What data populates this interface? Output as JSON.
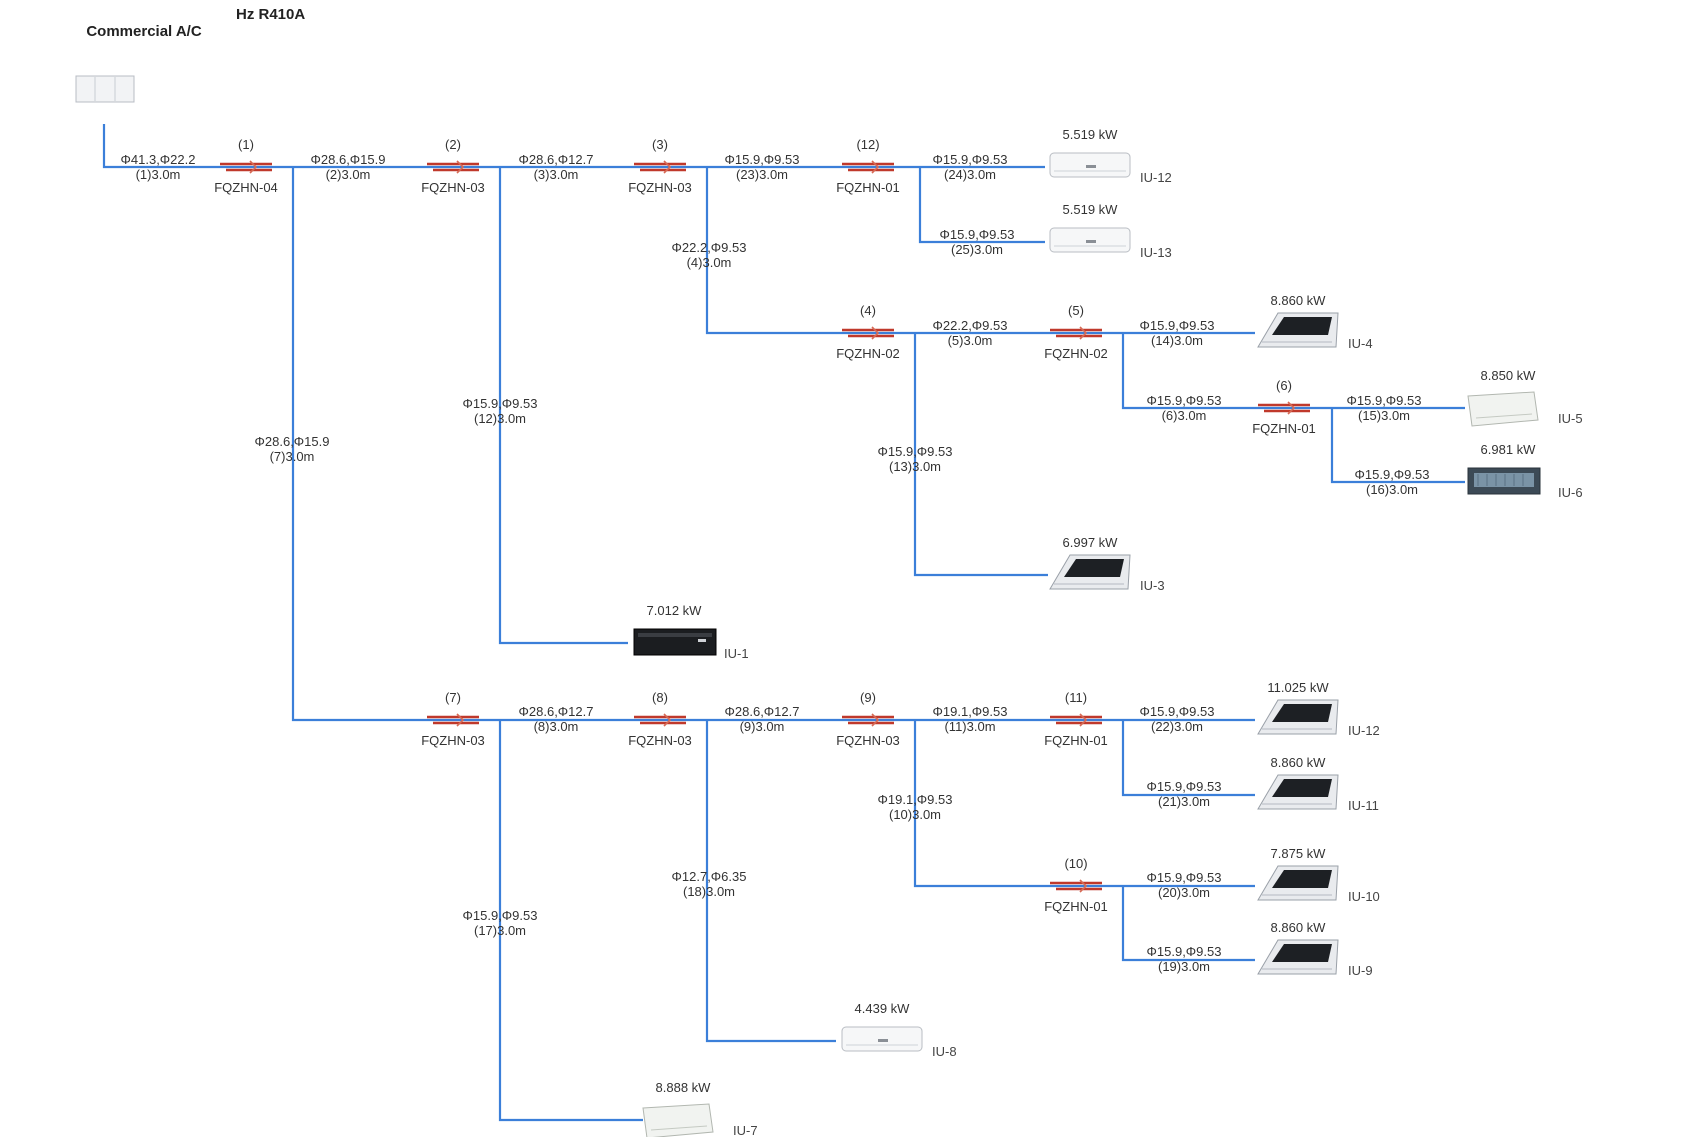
{
  "header": {
    "title_left": "Commercial A/C",
    "title_right": "Hz R410A"
  },
  "pipes": [
    {
      "pipe": "Φ41.3,Φ22.2",
      "len": "(1)3.0m"
    },
    {
      "pipe": "Φ28.6,Φ15.9",
      "len": "(2)3.0m"
    },
    {
      "pipe": "Φ28.6,Φ12.7",
      "len": "(3)3.0m"
    },
    {
      "pipe": "Φ15.9,Φ9.53",
      "len": "(23)3.0m"
    },
    {
      "pipe": "Φ15.9,Φ9.53",
      "len": "(24)3.0m"
    },
    {
      "pipe": "Φ15.9,Φ9.53",
      "len": "(25)3.0m"
    },
    {
      "pipe": "Φ22.2,Φ9.53",
      "len": "(4)3.0m"
    },
    {
      "pipe": "Φ22.2,Φ9.53",
      "len": "(5)3.0m"
    },
    {
      "pipe": "Φ15.9,Φ9.53",
      "len": "(14)3.0m"
    },
    {
      "pipe": "Φ15.9,Φ9.53",
      "len": "(6)3.0m"
    },
    {
      "pipe": "Φ15.9,Φ9.53",
      "len": "(15)3.0m"
    },
    {
      "pipe": "Φ15.9,Φ9.53",
      "len": "(16)3.0m"
    },
    {
      "pipe": "Φ15.9,Φ9.53",
      "len": "(12)3.0m"
    },
    {
      "pipe": "Φ28.6,Φ15.9",
      "len": "(7)3.0m"
    },
    {
      "pipe": "Φ15.9,Φ9.53",
      "len": "(13)3.0m"
    },
    {
      "pipe": "Φ28.6,Φ12.7",
      "len": "(8)3.0m"
    },
    {
      "pipe": "Φ28.6,Φ12.7",
      "len": "(9)3.0m"
    },
    {
      "pipe": "Φ19.1,Φ9.53",
      "len": "(11)3.0m"
    },
    {
      "pipe": "Φ15.9,Φ9.53",
      "len": "(22)3.0m"
    },
    {
      "pipe": "Φ15.9,Φ9.53",
      "len": "(21)3.0m"
    },
    {
      "pipe": "Φ19.1,Φ9.53",
      "len": "(10)3.0m"
    },
    {
      "pipe": "Φ15.9,Φ9.53",
      "len": "(20)3.0m"
    },
    {
      "pipe": "Φ15.9,Φ9.53",
      "len": "(19)3.0m"
    },
    {
      "pipe": "Φ12.7,Φ6.35",
      "len": "(18)3.0m"
    },
    {
      "pipe": "Φ15.9,Φ9.53",
      "len": "(17)3.0m"
    }
  ],
  "joints": [
    {
      "id": "(1)",
      "name": "FQZHN-04"
    },
    {
      "id": "(2)",
      "name": "FQZHN-03"
    },
    {
      "id": "(3)",
      "name": "FQZHN-03"
    },
    {
      "id": "(12)",
      "name": "FQZHN-01"
    },
    {
      "id": "(4)",
      "name": "FQZHN-02"
    },
    {
      "id": "(5)",
      "name": "FQZHN-02"
    },
    {
      "id": "(6)",
      "name": "FQZHN-01"
    },
    {
      "id": "(7)",
      "name": "FQZHN-03"
    },
    {
      "id": "(8)",
      "name": "FQZHN-03"
    },
    {
      "id": "(9)",
      "name": "FQZHN-03"
    },
    {
      "id": "(11)",
      "name": "FQZHN-01"
    },
    {
      "id": "(10)",
      "name": "FQZHN-01"
    }
  ],
  "units": [
    {
      "kw": "5.519 kW",
      "name": "IU-12",
      "kind": "wall"
    },
    {
      "kw": "5.519 kW",
      "name": "IU-13",
      "kind": "wall"
    },
    {
      "kw": "8.860 kW",
      "name": "IU-4",
      "kind": "cassette"
    },
    {
      "kw": "8.850 kW",
      "name": "IU-5",
      "kind": "floor"
    },
    {
      "kw": "6.981 kW",
      "name": "IU-6",
      "kind": "duct"
    },
    {
      "kw": "6.997 kW",
      "name": "IU-3",
      "kind": "cassette"
    },
    {
      "kw": "7.012 kW",
      "name": "IU-1",
      "kind": "slim"
    },
    {
      "kw": "11.025 kW",
      "name": "IU-12",
      "kind": "cassette"
    },
    {
      "kw": "8.860 kW",
      "name": "IU-11",
      "kind": "cassette"
    },
    {
      "kw": "7.875 kW",
      "name": "IU-10",
      "kind": "cassette"
    },
    {
      "kw": "8.860 kW",
      "name": "IU-9",
      "kind": "cassette"
    },
    {
      "kw": "4.439 kW",
      "name": "IU-8",
      "kind": "wall"
    },
    {
      "kw": "8.888 kW",
      "name": "IU-7",
      "kind": "floor"
    }
  ],
  "colors": {
    "pipe": "#3b7fd9",
    "joint": "#c0392b"
  }
}
